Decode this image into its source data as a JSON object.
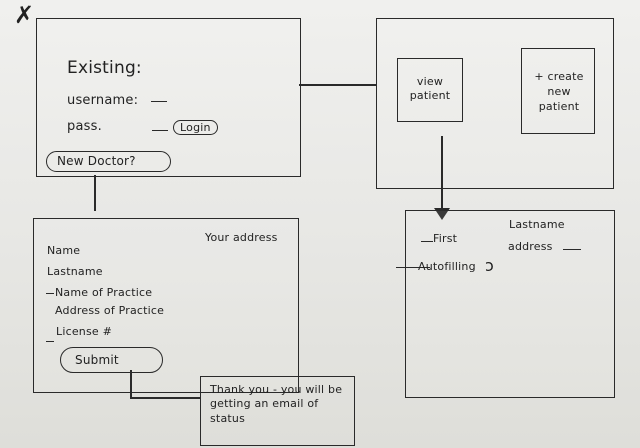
{
  "corner_mark": "✗",
  "screens": {
    "login": {
      "heading": "Existing:",
      "username_label": "username:",
      "password_label": "pass.",
      "login_button": "Login",
      "new_doctor_button": "New Doctor?"
    },
    "patients": {
      "view_patient": "view patient",
      "create_patient": "+ create new patient"
    },
    "signup": {
      "your_address": "Your address",
      "fields": [
        "Name",
        "Lastname",
        "Name of Practice",
        "Address of Practice",
        "License #"
      ],
      "submit_button": "Submit"
    },
    "patient_form": {
      "first_label": "First",
      "last_label": "Lastname",
      "autofill_label": "Autofilling",
      "address_label": "address"
    },
    "note": {
      "text": "Thank you - you will be getting an email of status"
    }
  }
}
